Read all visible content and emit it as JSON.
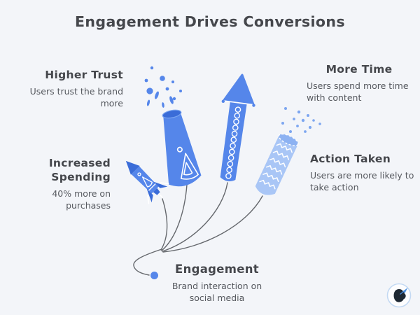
{
  "title": "Engagement Drives Conversions",
  "colors": {
    "background": "#f3f5f9",
    "primary_blue": "#5586ea",
    "dark_blue": "#3a6cd8",
    "light_blue": "#a9c6f6",
    "spark_blue": "#7da6f0",
    "fuse_gray": "#65686d",
    "heading_text": "#45474c",
    "body_text": "#56595f",
    "logo_dark": "#1e2833",
    "logo_accent": "#4b8fdf"
  },
  "callouts": {
    "higher_trust": {
      "heading": "Higher Trust",
      "body": "Users trust the brand\nmore"
    },
    "more_time": {
      "heading": "More Time",
      "body": "Users spend more time\nwith content"
    },
    "increased_spending": {
      "heading": "Increased\nSpending",
      "body": "40% more on purchases"
    },
    "action_taken": {
      "heading": "Action Taken",
      "body": "Users are more likely to\ntake action"
    },
    "engagement": {
      "heading": "Engagement",
      "body": "Brand interaction on\nsocial media"
    }
  },
  "icons": {
    "illustration": [
      "cone-firework-icon",
      "rocket-circles-icon",
      "zigzag-rocket-icon",
      "small-rocket-icon",
      "spark-dots",
      "fuse-lines",
      "engagement-dot"
    ],
    "logo": "bird-quill-logo-icon"
  }
}
